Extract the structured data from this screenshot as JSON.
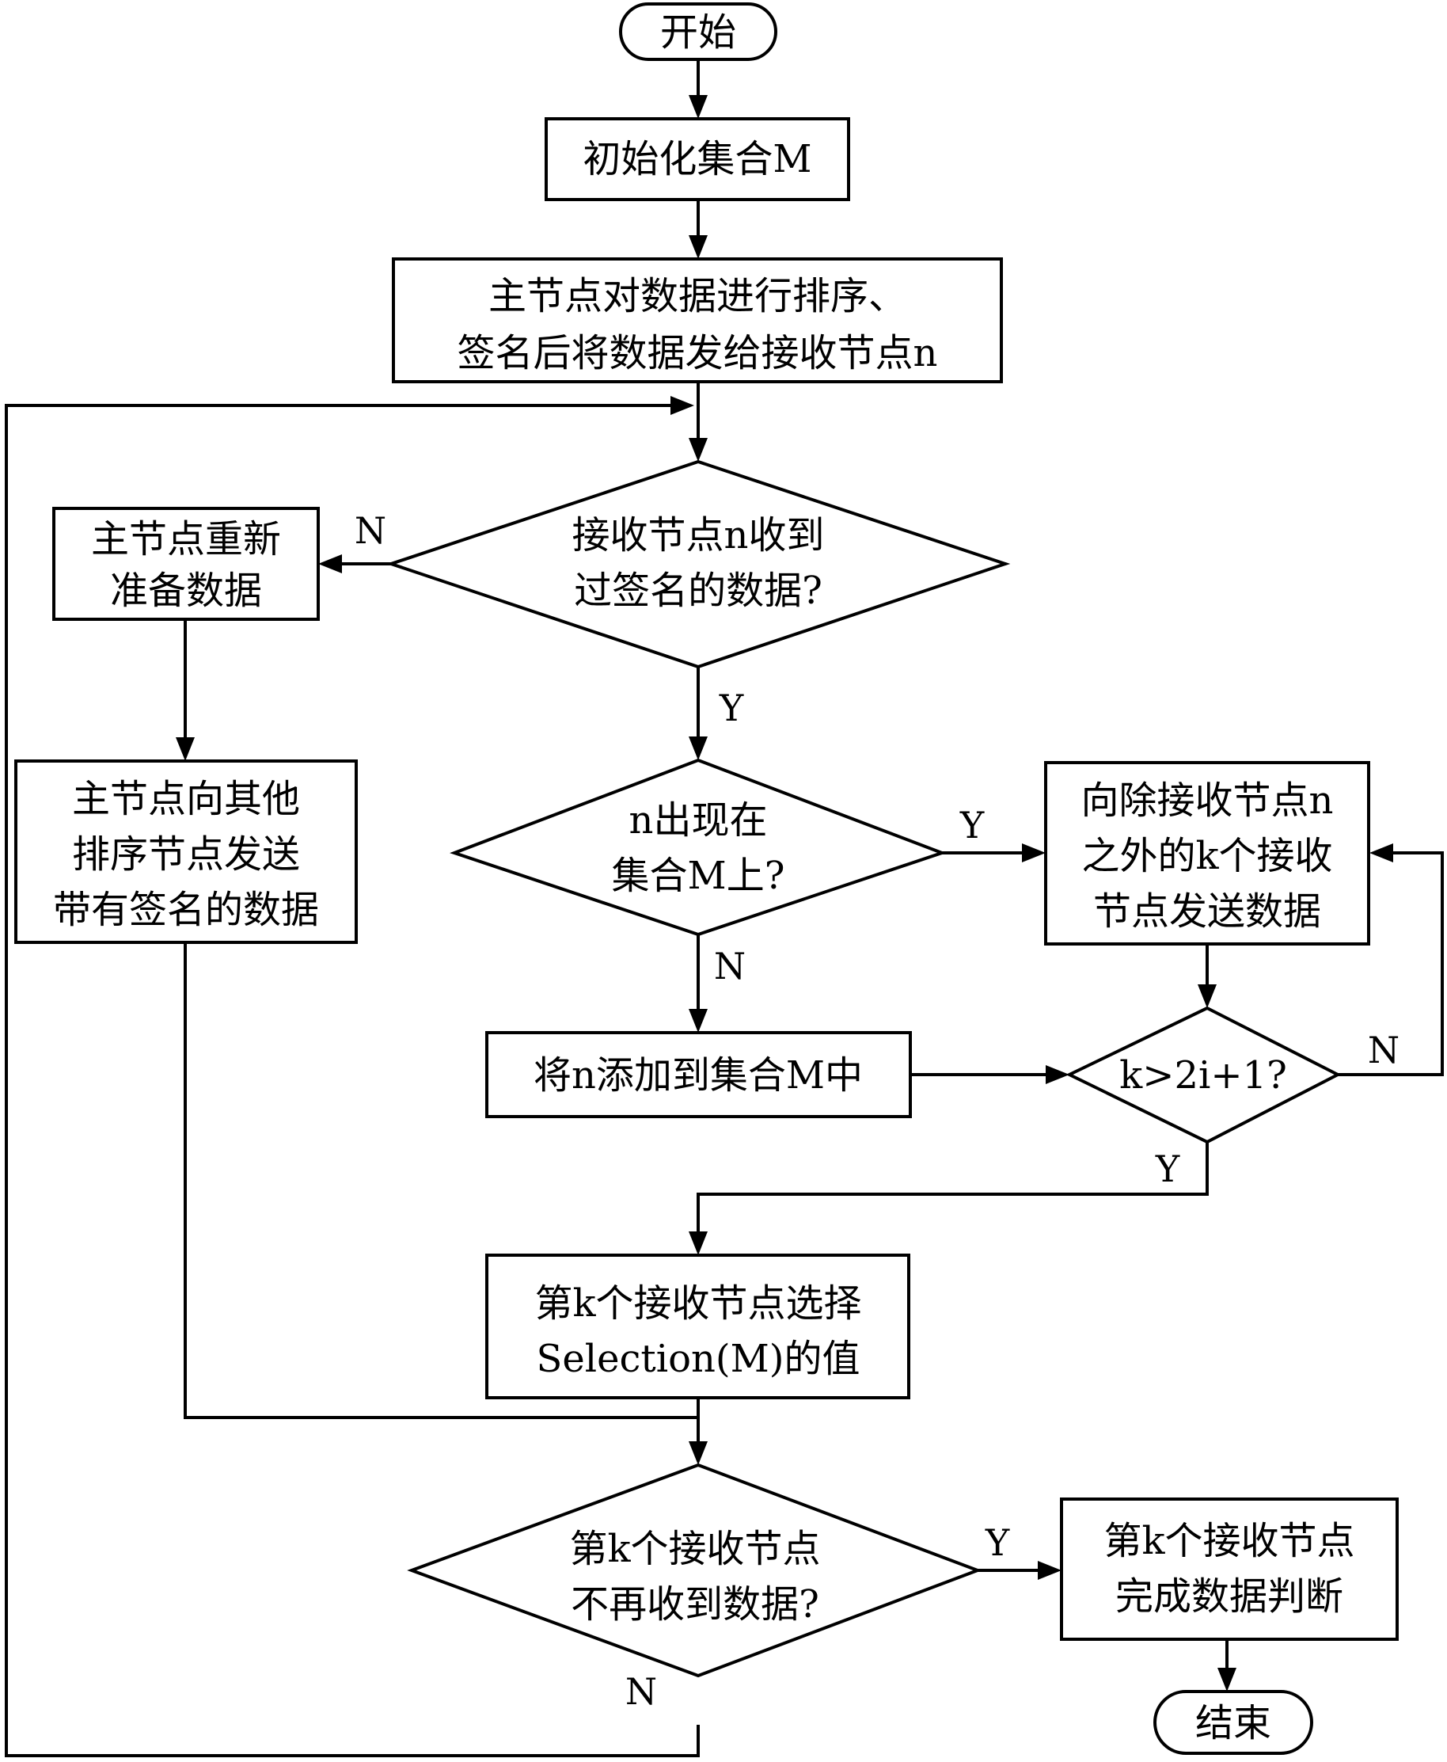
{
  "nodes": {
    "start": "开始",
    "init": "初始化集合M",
    "sort_sign": [
      "主节点对数据进行排序、",
      "签名后将数据发给接收节点n"
    ],
    "check_received": [
      "接收节点n收到",
      "过签名的数据?"
    ],
    "reprepare": [
      "主节点重新",
      "准备数据"
    ],
    "broadcast": [
      "主节点向其他",
      "排序节点发送",
      "带有签名的数据"
    ],
    "in_set": [
      "n出现在",
      "集合M上?"
    ],
    "send_k": [
      "向除接收节点n",
      "之外的k个接收",
      "节点发送数据"
    ],
    "add_n": "将n添加到集合M中",
    "k_check": "k>2i+1?",
    "select": [
      "第k个接收节点选择",
      "Selection(M)的值"
    ],
    "no_more": [
      "第k个接收节点",
      "不再收到数据?"
    ],
    "judge": [
      "第k个接收节点",
      "完成数据判断"
    ],
    "end": "结束"
  },
  "edge_labels": {
    "check_received_no": "N",
    "check_received_yes": "Y",
    "in_set_yes": "Y",
    "in_set_no": "N",
    "k_check_no": "N",
    "k_check_yes": "Y",
    "no_more_yes": "Y",
    "no_more_no": "N"
  }
}
